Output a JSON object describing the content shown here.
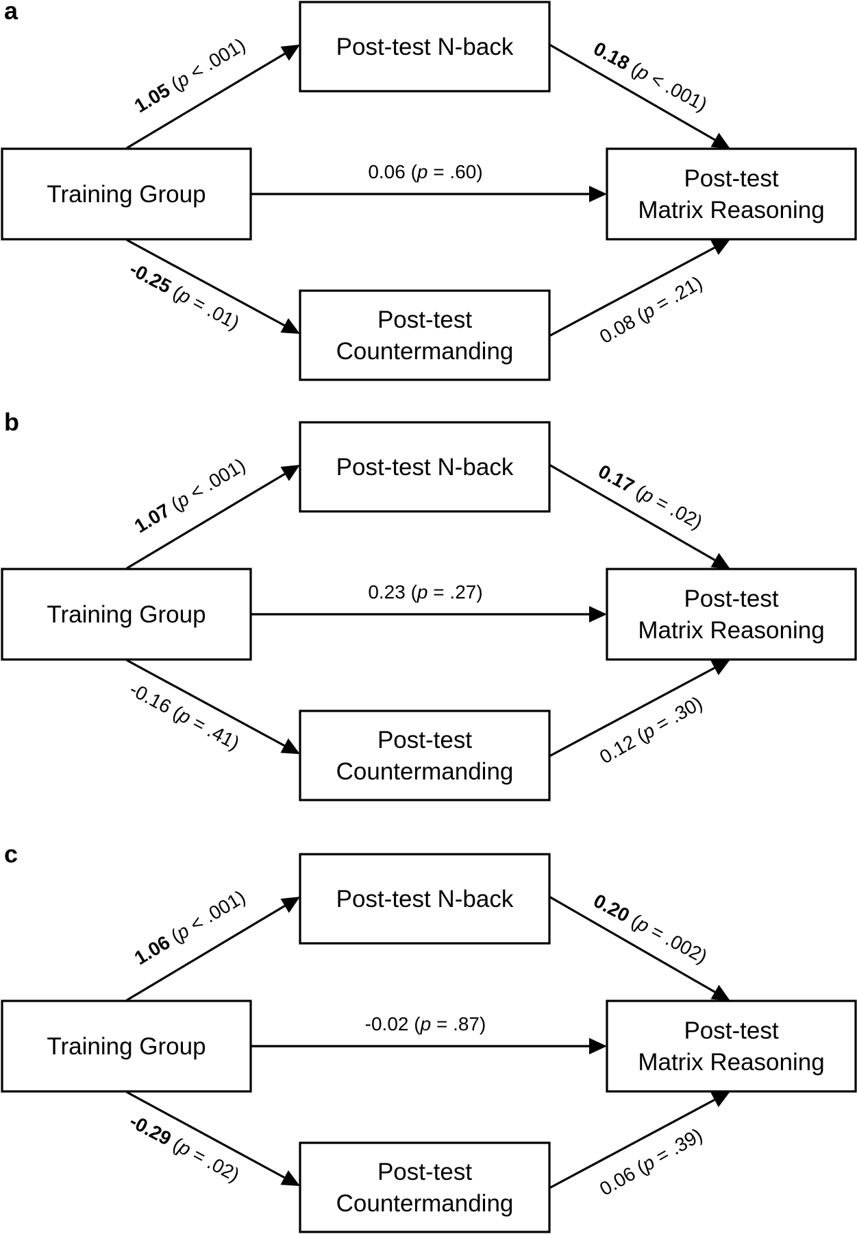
{
  "panels": [
    {
      "letter": "a",
      "nodes": {
        "group": [
          "Training Group"
        ],
        "nback": [
          "Post-test N-back"
        ],
        "matrix": [
          "Post-test",
          "Matrix Reasoning"
        ],
        "counter": [
          "Post-test",
          "Countermanding"
        ]
      },
      "paths": {
        "group_nback": {
          "coef": "1.05",
          "sig": true,
          "p": "< .001"
        },
        "nback_matrix": {
          "coef": "0.18",
          "sig": true,
          "p": "< .001"
        },
        "group_matrix": {
          "coef": "0.06",
          "sig": false,
          "p": "= .60"
        },
        "group_counter": {
          "coef": "-0.25",
          "sig": true,
          "p": "= .01"
        },
        "counter_matrix": {
          "coef": "0.08",
          "sig": false,
          "p": "= .21"
        }
      }
    },
    {
      "letter": "b",
      "nodes": {
        "group": [
          "Training Group"
        ],
        "nback": [
          "Post-test N-back"
        ],
        "matrix": [
          "Post-test",
          "Matrix Reasoning"
        ],
        "counter": [
          "Post-test",
          "Countermanding"
        ]
      },
      "paths": {
        "group_nback": {
          "coef": "1.07",
          "sig": true,
          "p": "< .001"
        },
        "nback_matrix": {
          "coef": "0.17",
          "sig": true,
          "p": "= .02"
        },
        "group_matrix": {
          "coef": "0.23",
          "sig": false,
          "p": "= .27"
        },
        "group_counter": {
          "coef": "-0.16",
          "sig": false,
          "p": "= .41"
        },
        "counter_matrix": {
          "coef": "0.12",
          "sig": false,
          "p": "= .30"
        }
      }
    },
    {
      "letter": "c",
      "nodes": {
        "group": [
          "Training Group"
        ],
        "nback": [
          "Post-test N-back"
        ],
        "matrix": [
          "Post-test",
          "Matrix Reasoning"
        ],
        "counter": [
          "Post-test",
          "Countermanding"
        ]
      },
      "paths": {
        "group_nback": {
          "coef": "1.06",
          "sig": true,
          "p": "< .001"
        },
        "nback_matrix": {
          "coef": "0.20",
          "sig": true,
          "p": "= .002"
        },
        "group_matrix": {
          "coef": "-0.02",
          "sig": false,
          "p": "= .87"
        },
        "group_counter": {
          "coef": "-0.29",
          "sig": true,
          "p": "= .02"
        },
        "counter_matrix": {
          "coef": "0.06",
          "sig": false,
          "p": "= .39"
        }
      }
    }
  ]
}
